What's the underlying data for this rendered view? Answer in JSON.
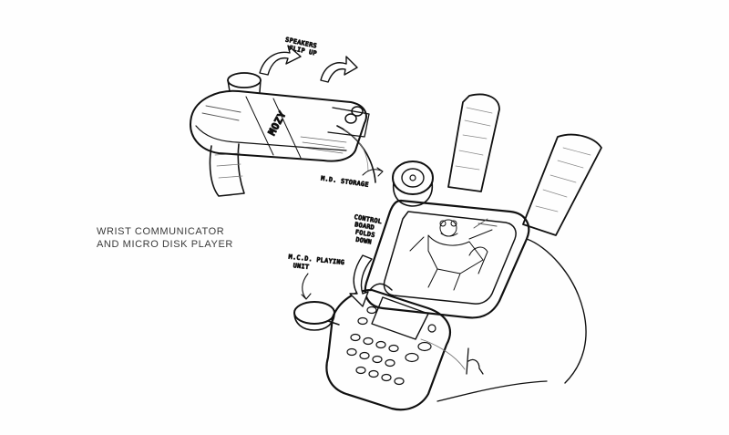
{
  "caption": {
    "line1": "WRIST COMMUNICATOR",
    "line2": "AND MICRO DISK PLAYER"
  },
  "annotations": {
    "flip": [
      "SPEAKERS",
      "FLIP UP"
    ],
    "storage": "M.D. STORAGE",
    "keyboard": [
      "CONTROL",
      "BOARD",
      "FOLDS",
      "DOWN"
    ],
    "player": [
      "M.C.D. PLAYING",
      "UNIT"
    ]
  },
  "device_label": "MOZY",
  "colors": {
    "ink": "#111111",
    "paper": "#fefefe",
    "caption": "#3a3a3a",
    "shade": "#9a9a9a"
  }
}
